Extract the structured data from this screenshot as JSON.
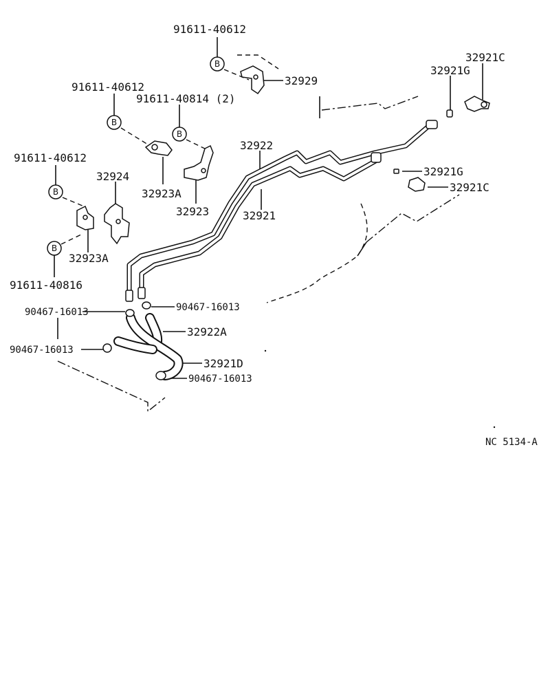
{
  "diagram": {
    "code": "NC 5134-A",
    "bolt_marker": "B",
    "labels": {
      "bolt_top": "91611-40612",
      "bracket_top": "32929",
      "bolt_mid": "91611-40612",
      "bolt_mid2": "91611-40814 (2)",
      "bolt_left": "91611-40612",
      "clamp_a_upper": "32923A",
      "clamp_main": "32923",
      "clamp_left": "32924",
      "clamp_a_lower": "32923A",
      "bolt_lower": "91611-40816",
      "pipe_upper": "32922",
      "pipe_lower": "32921",
      "grommet_top": "32921G",
      "fitting_top": "32921C",
      "grommet_mid": "32921G",
      "fitting_mid": "32921C",
      "hose_clip_1": "90467-16013",
      "hose_clip_2": "90467-16013",
      "hose_clip_3": "90467-16013",
      "hose_clip_4": "90467-16013",
      "hose_a": "32922A",
      "hose_d": "32921D"
    }
  }
}
